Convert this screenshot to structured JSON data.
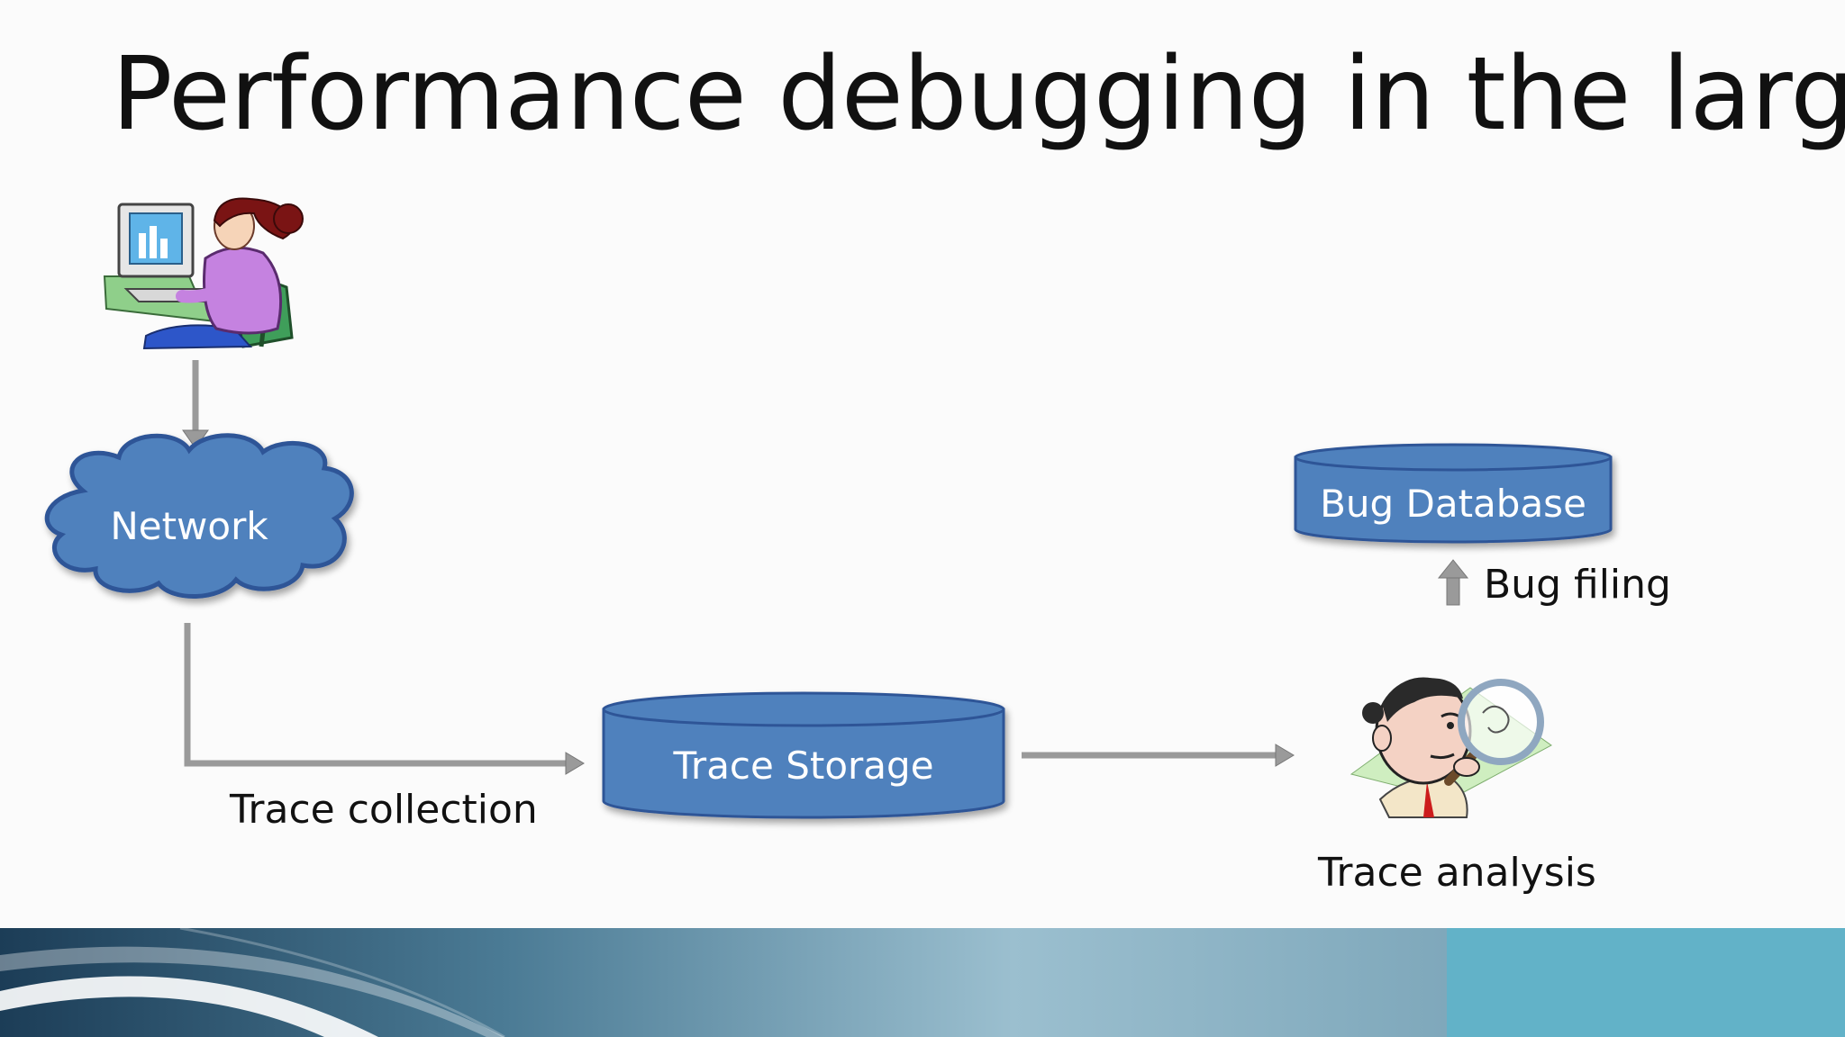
{
  "slide": {
    "title": "Performance debugging in the large"
  },
  "nodes": {
    "network": {
      "label": "Network",
      "shape": "cloud"
    },
    "trace_storage": {
      "label": "Trace Storage",
      "shape": "cylinder"
    },
    "bug_database": {
      "label": "Bug Database",
      "shape": "cylinder"
    },
    "user": {
      "icon": "computer-user-icon"
    },
    "analyst": {
      "icon": "magnifying-glass-analyst-icon"
    }
  },
  "edges": {
    "trace_collection": {
      "label": "Trace collection"
    },
    "trace_analysis": {
      "label": "Trace analysis"
    },
    "bug_filing": {
      "label": "Bug filing"
    }
  },
  "colors": {
    "shape_fill": "#4f81bd",
    "shape_stroke": "#2f5597",
    "arrow": "#9a9a9a",
    "background": "#fbfbfb",
    "footer_accent": "#62b2c8"
  }
}
